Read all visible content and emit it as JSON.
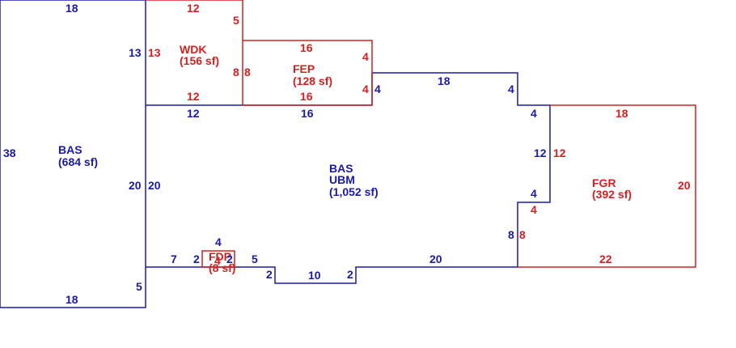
{
  "colors": {
    "blue": "#1a1aa8",
    "red": "#d42020"
  },
  "areas": {
    "bas_left": {
      "code": "BAS",
      "area": "(684 sf)"
    },
    "bas_main": {
      "code": "BAS",
      "code2": "UBM",
      "area": "(1,052 sf)"
    },
    "wdk": {
      "code": "WDK",
      "area": "(156 sf)"
    },
    "fep": {
      "code": "FEP",
      "area": "(128 sf)"
    },
    "fgr": {
      "code": "FGR",
      "area": "(392 sf)"
    },
    "fdp": {
      "code": "FDP",
      "area": "(8 sf)"
    }
  },
  "dims": {
    "bas_left_top": "18",
    "bas_left_side": "38",
    "bas_left_bottom": "18",
    "bas_left_right_lower": "5",
    "wdk_top": "12",
    "wdk_right_top": "5",
    "wdk_left_blue": "13",
    "wdk_left_red": "13",
    "wdk_bottom": "12",
    "wdk_fep_red": "8",
    "wdk_fep_red2": "8",
    "fep_top": "16",
    "fep_right_top": "4",
    "fep_right_bottom": "4",
    "fep_right_blue": "4",
    "fep_bottom": "16",
    "main_top_left": "12",
    "main_top_mid": "16",
    "main_top_right": "18",
    "main_step_right": "4",
    "main_step_top": "4",
    "main_left_blue": "20",
    "main_left_blue2": "20",
    "main_right_blue": "12",
    "main_notch_blue": "4",
    "main_lower_right_blue": "8",
    "main_bottom_right": "20",
    "main_bottom_7": "7",
    "main_bottom_2a": "2",
    "fdp_top": "4",
    "fdp_left": "4",
    "fdp_right": "2",
    "main_bottom_5": "5",
    "main_dip_left": "2",
    "main_dip_bottom": "10",
    "main_dip_right": "2",
    "fgr_top": "18",
    "fgr_left_red": "12",
    "fgr_notch_red": "4",
    "fgr_lower_left_red": "8",
    "fgr_right": "20",
    "fgr_bottom": "22"
  }
}
